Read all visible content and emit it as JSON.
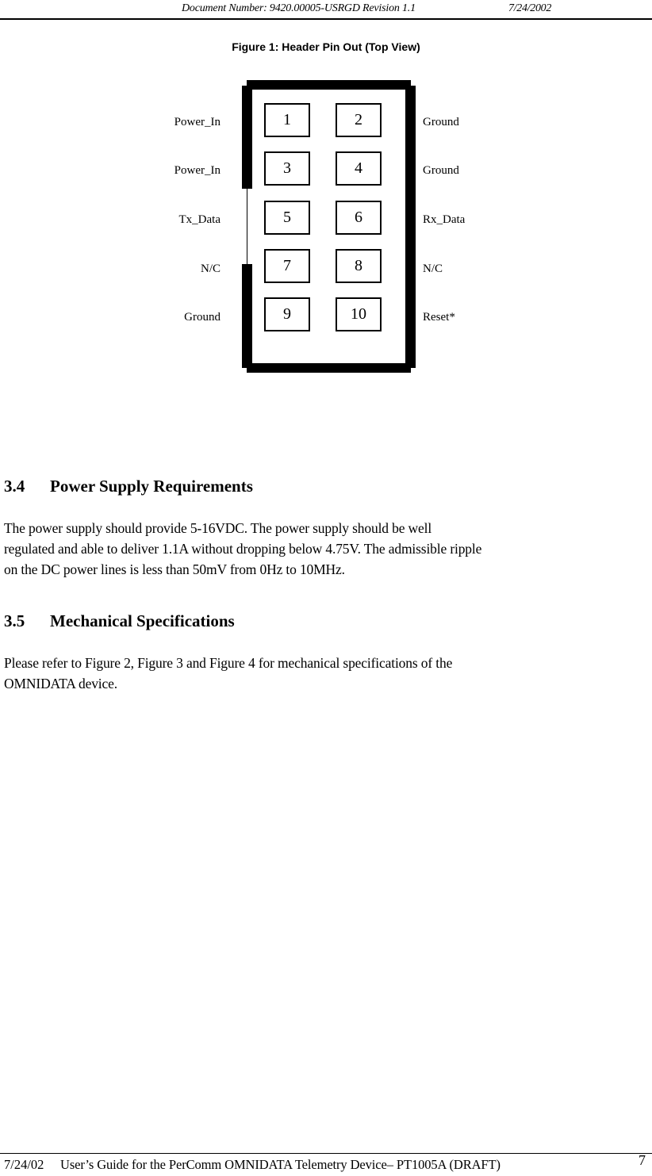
{
  "header": {
    "document_number": "Document Number: 9420.00005-USRGD Revision 1.1",
    "date": "7/24/2002"
  },
  "figure": {
    "caption": "Figure 1: Header Pin Out (Top View)",
    "pins": [
      {
        "number": "1",
        "label": "Power_In",
        "side": "left"
      },
      {
        "number": "2",
        "label": "Ground",
        "side": "right"
      },
      {
        "number": "3",
        "label": "Power_In",
        "side": "left"
      },
      {
        "number": "4",
        "label": "Ground",
        "side": "right"
      },
      {
        "number": "5",
        "label": "Tx_Data",
        "side": "left"
      },
      {
        "number": "6",
        "label": "Rx_Data",
        "side": "right"
      },
      {
        "number": "7",
        "label": "N/C",
        "side": "left"
      },
      {
        "number": "8",
        "label": "N/C",
        "side": "right"
      },
      {
        "number": "9",
        "label": "Ground",
        "side": "left"
      },
      {
        "number": "10",
        "label": "Reset*",
        "side": "right"
      }
    ]
  },
  "sections": [
    {
      "number": "3.4",
      "title": "Power Supply Requirements",
      "lines": [
        "The power supply should provide 5-16VDC. The power supply should be well",
        "regulated and able to deliver 1.1A without dropping below 4.75V. The admissible ripple",
        "on the DC power lines is less than 50mV from 0Hz to 10MHz."
      ]
    },
    {
      "number": "3.5",
      "title": "Mechanical Specifications",
      "lines": [
        "Please refer to Figure 2, Figure 3 and Figure 4 for mechanical specifications of the",
        "OMNIDATA device."
      ]
    }
  ],
  "footer": {
    "date": "7/24/02",
    "title": "User’s Guide for the PerComm OMNIDATA Telemetry Device– PT1005A (DRAFT)",
    "page_number": "7"
  }
}
